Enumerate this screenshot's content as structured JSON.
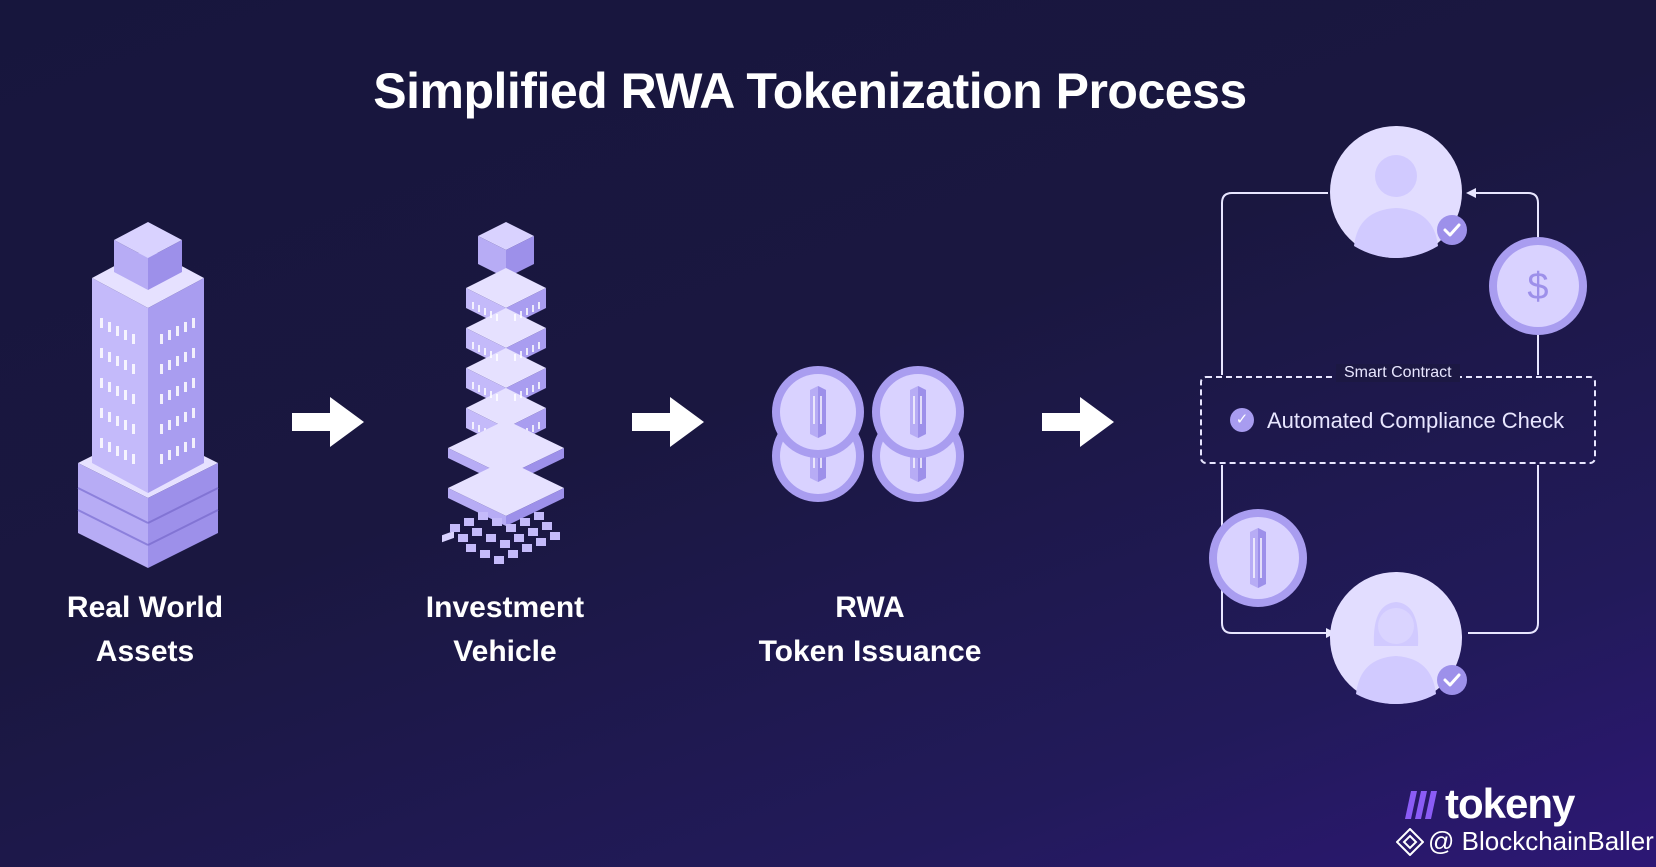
{
  "title": "Simplified RWA Tokenization Process",
  "steps": [
    {
      "line1": "Real World",
      "line2": "Assets",
      "icon": "building-icon"
    },
    {
      "line1": "Investment",
      "line2": "Vehicle",
      "icon": "fractional-building-icon"
    },
    {
      "line1": "RWA",
      "line2": "Token Issuance",
      "icon": "tokens-icon"
    }
  ],
  "smart_contract": {
    "title": "Smart Contract",
    "check_label": "Automated Compliance Check"
  },
  "brand": {
    "name": "tokeny",
    "handle": "@ BlockchainBaller"
  },
  "colors": {
    "background": "#17163d",
    "accent": "#a89cf0",
    "light": "#dcd6ff"
  }
}
